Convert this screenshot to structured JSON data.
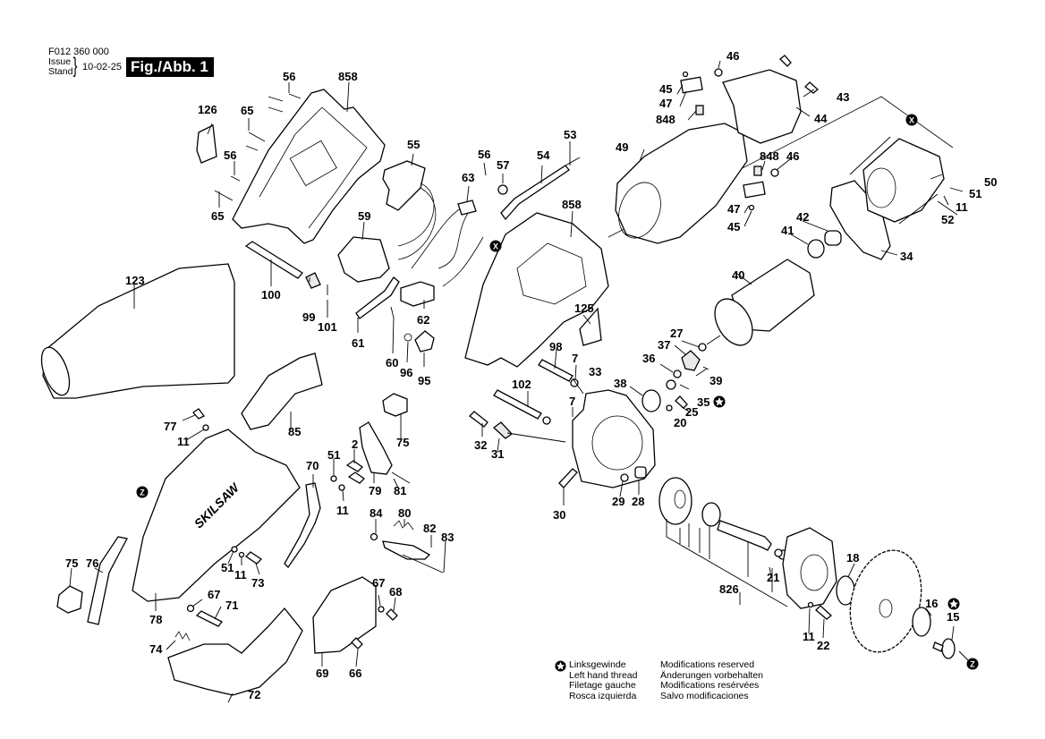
{
  "header": {
    "document_number": "F012 360 000",
    "issue_label": "Issue",
    "stand_label": "Stand",
    "issue_date": "10-02-25",
    "figure_label": "Fig./Abb. 1"
  },
  "legend": {
    "symbol": "star-in-circle",
    "left_hand_thread": [
      "Linksgewinde",
      "Left hand thread",
      "Filetage gauche",
      "Rosca izquierda"
    ],
    "modifications": [
      "Modifications reserved",
      "Änderungen vorbehalten",
      "Modifications resérvées",
      "Salvo modificaciones"
    ]
  },
  "markers": {
    "x": "X",
    "z": "Z"
  },
  "brand_text": "SKILSAW",
  "callouts": [
    {
      "id": "c56a",
      "label": "56"
    },
    {
      "id": "c858a",
      "label": "858"
    },
    {
      "id": "c126",
      "label": "126"
    },
    {
      "id": "c65a",
      "label": "65"
    },
    {
      "id": "c56b",
      "label": "56"
    },
    {
      "id": "c65b",
      "label": "65"
    },
    {
      "id": "c55",
      "label": "55"
    },
    {
      "id": "c59",
      "label": "59"
    },
    {
      "id": "c56c",
      "label": "56"
    },
    {
      "id": "c57",
      "label": "57"
    },
    {
      "id": "c54",
      "label": "54"
    },
    {
      "id": "c53",
      "label": "53"
    },
    {
      "id": "c63",
      "label": "63"
    },
    {
      "id": "c858b",
      "label": "858"
    },
    {
      "id": "c100",
      "label": "100"
    },
    {
      "id": "c99",
      "label": "99"
    },
    {
      "id": "c101",
      "label": "101"
    },
    {
      "id": "c61",
      "label": "61"
    },
    {
      "id": "c62",
      "label": "62"
    },
    {
      "id": "c60",
      "label": "60"
    },
    {
      "id": "c96",
      "label": "96"
    },
    {
      "id": "c95",
      "label": "95"
    },
    {
      "id": "c123",
      "label": "123"
    },
    {
      "id": "c125",
      "label": "125"
    },
    {
      "id": "c98",
      "label": "98"
    },
    {
      "id": "c7a",
      "label": "7"
    },
    {
      "id": "c102",
      "label": "102"
    },
    {
      "id": "c7b",
      "label": "7"
    },
    {
      "id": "c33",
      "label": "33"
    },
    {
      "id": "c32",
      "label": "32"
    },
    {
      "id": "c31",
      "label": "31"
    },
    {
      "id": "c30",
      "label": "30"
    },
    {
      "id": "c29",
      "label": "29"
    },
    {
      "id": "c28",
      "label": "28"
    },
    {
      "id": "c38",
      "label": "38"
    },
    {
      "id": "c36",
      "label": "36"
    },
    {
      "id": "c37",
      "label": "37"
    },
    {
      "id": "c27",
      "label": "27"
    },
    {
      "id": "c39",
      "label": "39"
    },
    {
      "id": "c35",
      "label": "35"
    },
    {
      "id": "c25",
      "label": "25"
    },
    {
      "id": "c20",
      "label": "20"
    },
    {
      "id": "c46a",
      "label": "46"
    },
    {
      "id": "c45a",
      "label": "45"
    },
    {
      "id": "c47a",
      "label": "47"
    },
    {
      "id": "c848a",
      "label": "848"
    },
    {
      "id": "c43",
      "label": "43"
    },
    {
      "id": "c44",
      "label": "44"
    },
    {
      "id": "c49",
      "label": "49"
    },
    {
      "id": "c848b",
      "label": "848"
    },
    {
      "id": "c46b",
      "label": "46"
    },
    {
      "id": "c47b",
      "label": "47"
    },
    {
      "id": "c45b",
      "label": "45"
    },
    {
      "id": "c50",
      "label": "50"
    },
    {
      "id": "c51a",
      "label": "51"
    },
    {
      "id": "c11a",
      "label": "11"
    },
    {
      "id": "c52",
      "label": "52"
    },
    {
      "id": "c42",
      "label": "42"
    },
    {
      "id": "c41",
      "label": "41"
    },
    {
      "id": "c34",
      "label": "34"
    },
    {
      "id": "c40",
      "label": "40"
    },
    {
      "id": "c77",
      "label": "77"
    },
    {
      "id": "c11b",
      "label": "11"
    },
    {
      "id": "c85",
      "label": "85"
    },
    {
      "id": "c75a",
      "label": "75"
    },
    {
      "id": "c2",
      "label": "2"
    },
    {
      "id": "c51b",
      "label": "51"
    },
    {
      "id": "c70",
      "label": "70"
    },
    {
      "id": "c79",
      "label": "79"
    },
    {
      "id": "c81",
      "label": "81"
    },
    {
      "id": "c11c",
      "label": "11"
    },
    {
      "id": "c84",
      "label": "84"
    },
    {
      "id": "c80",
      "label": "80"
    },
    {
      "id": "c82",
      "label": "82"
    },
    {
      "id": "c83",
      "label": "83"
    },
    {
      "id": "c75b",
      "label": "75"
    },
    {
      "id": "c76",
      "label": "76"
    },
    {
      "id": "c51c",
      "label": "51"
    },
    {
      "id": "c11d",
      "label": "11"
    },
    {
      "id": "c73",
      "label": "73"
    },
    {
      "id": "c78",
      "label": "78"
    },
    {
      "id": "c67a",
      "label": "67"
    },
    {
      "id": "c71",
      "label": "71"
    },
    {
      "id": "c74",
      "label": "74"
    },
    {
      "id": "c72",
      "label": "72"
    },
    {
      "id": "c69",
      "label": "69"
    },
    {
      "id": "c66",
      "label": "66"
    },
    {
      "id": "c67b",
      "label": "67"
    },
    {
      "id": "c68",
      "label": "68"
    },
    {
      "id": "c826",
      "label": "826"
    },
    {
      "id": "c21",
      "label": "21"
    },
    {
      "id": "c18",
      "label": "18"
    },
    {
      "id": "c11e",
      "label": "11"
    },
    {
      "id": "c22",
      "label": "22"
    },
    {
      "id": "c16",
      "label": "16"
    },
    {
      "id": "c15",
      "label": "15"
    }
  ]
}
